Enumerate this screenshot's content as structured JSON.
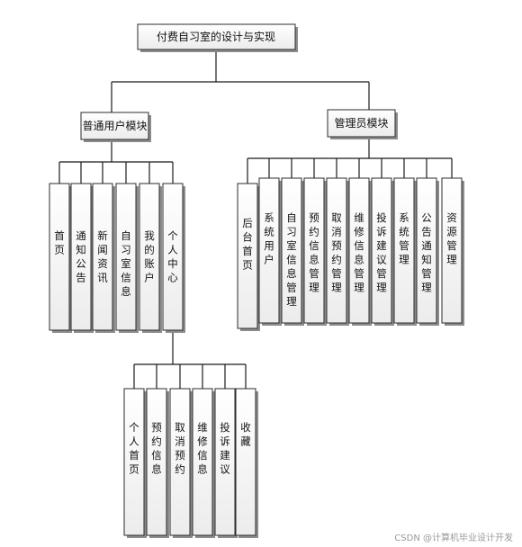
{
  "root": {
    "label": "付费自习室的设计与实现"
  },
  "user_module": {
    "label": "普通用户模块",
    "children": [
      {
        "label": "首页"
      },
      {
        "label": "通知公告"
      },
      {
        "label": "新闻资讯"
      },
      {
        "label": "自习室信息"
      },
      {
        "label": "我的账户"
      },
      {
        "label": "个人中心"
      }
    ]
  },
  "personal_center": {
    "children": [
      {
        "label": "个人首页"
      },
      {
        "label": "预约信息"
      },
      {
        "label": "取消预约"
      },
      {
        "label": "维修信息"
      },
      {
        "label": "投诉建议"
      },
      {
        "label": "收藏"
      }
    ]
  },
  "admin_module": {
    "label": "管理员模块",
    "children": [
      {
        "label": "后台首页"
      },
      {
        "label": "系统用户"
      },
      {
        "label": "自习室信息管理"
      },
      {
        "label": "预约信息管理"
      },
      {
        "label": "取消预约管理"
      },
      {
        "label": "维修信息管理"
      },
      {
        "label": "投诉建议管理"
      },
      {
        "label": "系统管理"
      },
      {
        "label": "公告通知管理"
      },
      {
        "label": "资源管理"
      }
    ]
  },
  "watermark": {
    "text": "CSDN @计算机毕业设计开发"
  }
}
